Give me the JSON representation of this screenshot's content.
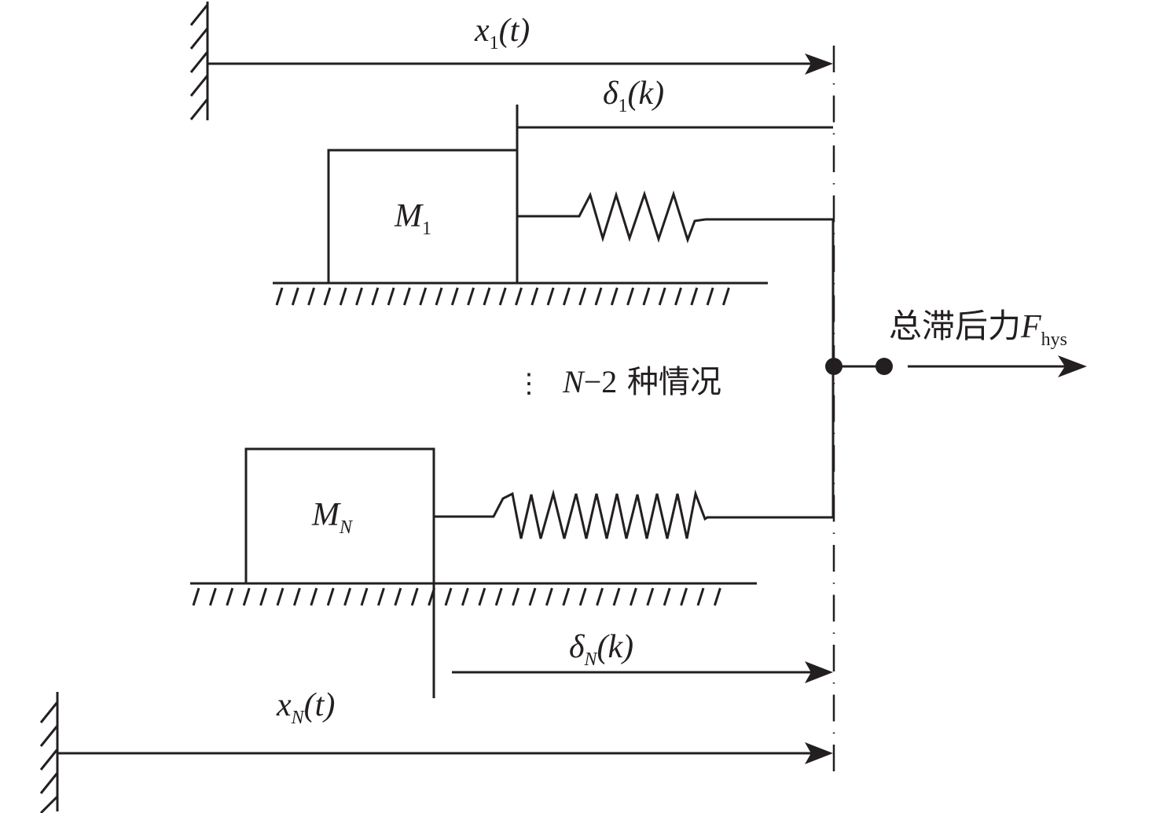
{
  "diagram": {
    "description": "Hysteresis model: N mass-spring elements in parallel producing total hysteresis force",
    "color": "#231f20",
    "labels": {
      "x1": {
        "var": "x",
        "sub": "1",
        "arg": "(t)"
      },
      "delta1": {
        "var": "δ",
        "sub": "1",
        "arg": "(k)"
      },
      "m1": {
        "var": "M",
        "sub": "1"
      },
      "mN": {
        "var": "M",
        "sub": "N"
      },
      "deltaN": {
        "var": "δ",
        "sub": "N",
        "arg": "(k)"
      },
      "xN": {
        "var": "x",
        "sub": "N",
        "arg": "(t)"
      },
      "ellipsis": {
        "dots": "⋮",
        "var": "N",
        "rest": "−2",
        "text": " 种情况"
      },
      "force": {
        "text": "总滞后力",
        "var": "F",
        "sub": "hys"
      }
    },
    "elements": [
      {
        "name": "mass-1",
        "spring_coils": 4
      },
      {
        "name": "mass-N",
        "spring_coils": 7
      }
    ]
  }
}
